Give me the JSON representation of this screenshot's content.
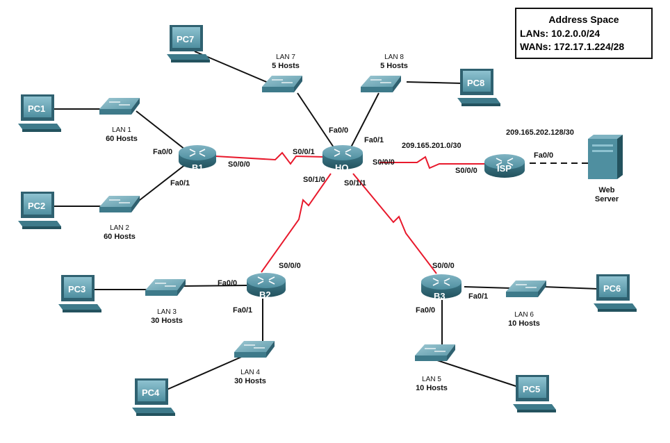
{
  "address_space": {
    "title": "Address Space",
    "lans": "LANs: 10.2.0.0/24",
    "wans": "WANs: 172.17.1.224/28"
  },
  "routers": {
    "b1": "B1",
    "hq": "HQ",
    "isp": "ISP",
    "b2": "B2",
    "b3": "B3"
  },
  "pcs": {
    "pc1": "PC1",
    "pc2": "PC2",
    "pc3": "PC3",
    "pc4": "PC4",
    "pc5": "PC5",
    "pc6": "PC6",
    "pc7": "PC7",
    "pc8": "PC8"
  },
  "lans": {
    "lan1": {
      "name": "LAN 1",
      "hosts": "60 Hosts"
    },
    "lan2": {
      "name": "LAN 2",
      "hosts": "60 Hosts"
    },
    "lan3": {
      "name": "LAN 3",
      "hosts": "30 Hosts"
    },
    "lan4": {
      "name": "LAN 4",
      "hosts": "30 Hosts"
    },
    "lan5": {
      "name": "LAN 5",
      "hosts": "10 Hosts"
    },
    "lan6": {
      "name": "LAN 6",
      "hosts": "10 Hosts"
    },
    "lan7": {
      "name": "LAN 7",
      "hosts": "5 Hosts"
    },
    "lan8": {
      "name": "LAN 8",
      "hosts": "5 Hosts"
    }
  },
  "interfaces": {
    "b1_fa00": "Fa0/0",
    "b1_fa01": "Fa0/1",
    "b1_s000": "S0/0/0",
    "hq_s001": "S0/0/1",
    "hq_fa00": "Fa0/0",
    "hq_fa01": "Fa0/1",
    "hq_s000": "S0/0/0",
    "hq_s010": "S0/1/0",
    "hq_s011": "S0/1/1",
    "isp_s000": "S0/0/0",
    "isp_fa00": "Fa0/0",
    "b2_s000": "S0/0/0",
    "b2_fa00": "Fa0/0",
    "b2_fa01": "Fa0/1",
    "b3_s000": "S0/0/0",
    "b3_fa00": "Fa0/0",
    "b3_fa01": "Fa0/1"
  },
  "networks": {
    "hq_isp": "209.165.201.0/30",
    "isp_server": "209.165.202.128/30"
  },
  "server": {
    "line1": "Web",
    "line2": "Server"
  },
  "colors": {
    "wan_link": "#e8192c",
    "ethernet": "#111111",
    "device": "#4a8a9a",
    "device_dark": "#2f6170",
    "pc_screen": "#6aa7b8"
  }
}
